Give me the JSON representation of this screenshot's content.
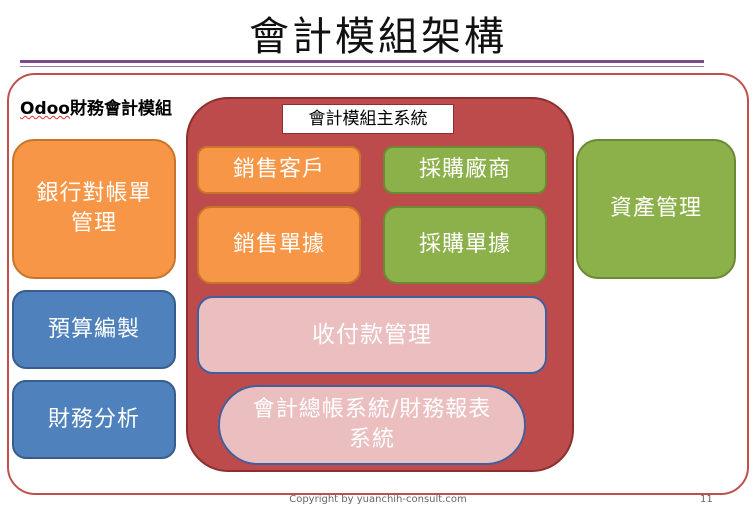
{
  "title": "會計模組架構",
  "outer_label_prefix": "Odoo",
  "outer_label_rest": "財務會計模組",
  "core": {
    "title": "會計模組主系統",
    "sales_customer": "銷售客戶",
    "purchase_vendor": "採購廠商",
    "sales_documents": "銷售單據",
    "purchase_documents": "採購單據",
    "payment_management": "收付款管理",
    "ledger_line1": "會計總帳系統/財務報表",
    "ledger_line2": "系統"
  },
  "left": {
    "bank_line1": "銀行對帳單",
    "bank_line2": "管理",
    "budget": "預算編製",
    "analysis": "財務分析"
  },
  "right": {
    "asset": "資產管理"
  },
  "footer": {
    "copyright": "Copyright by yuanchih-consult.com",
    "page": "11"
  },
  "colors": {
    "core_red": "#bd4b4b",
    "orange": "#f79646",
    "green": "#8cb04a",
    "blue": "#4f81bd",
    "pink": "#ebbfc0",
    "outline_red": "#c0504d"
  }
}
